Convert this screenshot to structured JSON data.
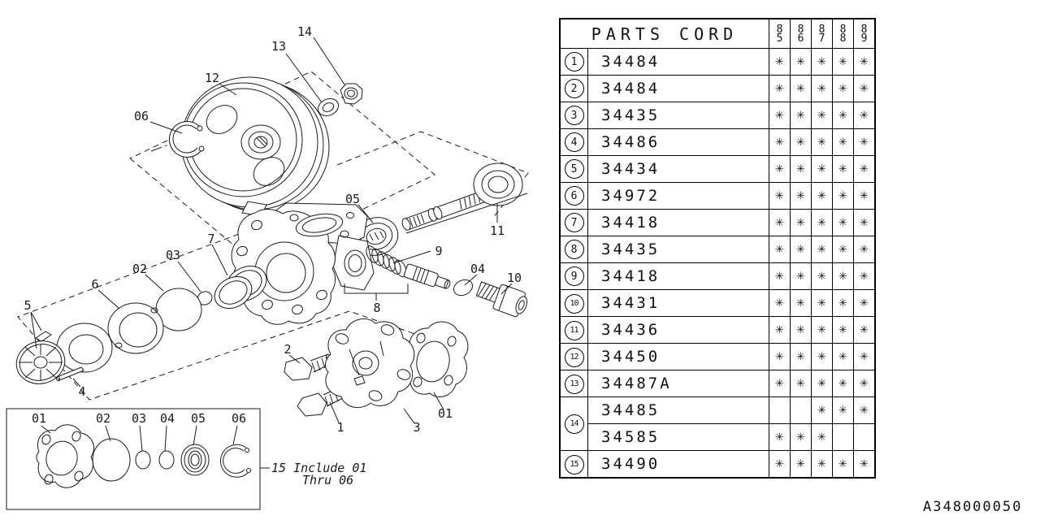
{
  "diagram": {
    "callouts": {
      "c1": "1",
      "c2": "2",
      "c3": "3",
      "c4": "4",
      "c5": "5",
      "c6": "6",
      "c7": "7",
      "c8": "8",
      "c9": "9",
      "c10": "10",
      "c11": "11",
      "c12": "12",
      "c13": "13",
      "c14": "14"
    },
    "kit_labels": {
      "k1": "01",
      "k2": "02",
      "k3": "03",
      "k4": "04",
      "k5": "05",
      "k6": "06"
    },
    "note": {
      "line1": "15 Include 01",
      "line2": "Thru 06"
    }
  },
  "parts_table": {
    "title": "PARTS CORD",
    "years": [
      "85",
      "86",
      "87",
      "88",
      "89"
    ],
    "mark_glyph": "✳",
    "rows": [
      {
        "ref": "1",
        "entries": [
          {
            "part": "34484",
            "marks": [
              true,
              true,
              true,
              true,
              true
            ]
          }
        ]
      },
      {
        "ref": "2",
        "entries": [
          {
            "part": "34484",
            "marks": [
              true,
              true,
              true,
              true,
              true
            ]
          }
        ]
      },
      {
        "ref": "3",
        "entries": [
          {
            "part": "34435",
            "marks": [
              true,
              true,
              true,
              true,
              true
            ]
          }
        ]
      },
      {
        "ref": "4",
        "entries": [
          {
            "part": "34486",
            "marks": [
              true,
              true,
              true,
              true,
              true
            ]
          }
        ]
      },
      {
        "ref": "5",
        "entries": [
          {
            "part": "34434",
            "marks": [
              true,
              true,
              true,
              true,
              true
            ]
          }
        ]
      },
      {
        "ref": "6",
        "entries": [
          {
            "part": "34972",
            "marks": [
              true,
              true,
              true,
              true,
              true
            ]
          }
        ]
      },
      {
        "ref": "7",
        "entries": [
          {
            "part": "34418",
            "marks": [
              true,
              true,
              true,
              true,
              true
            ]
          }
        ]
      },
      {
        "ref": "8",
        "entries": [
          {
            "part": "34435",
            "marks": [
              true,
              true,
              true,
              true,
              true
            ]
          }
        ]
      },
      {
        "ref": "9",
        "entries": [
          {
            "part": "34418",
            "marks": [
              true,
              true,
              true,
              true,
              true
            ]
          }
        ]
      },
      {
        "ref": "10",
        "entries": [
          {
            "part": "34431",
            "marks": [
              true,
              true,
              true,
              true,
              true
            ]
          }
        ]
      },
      {
        "ref": "11",
        "entries": [
          {
            "part": "34436",
            "marks": [
              true,
              true,
              true,
              true,
              true
            ]
          }
        ]
      },
      {
        "ref": "12",
        "entries": [
          {
            "part": "34450",
            "marks": [
              true,
              true,
              true,
              true,
              true
            ]
          }
        ]
      },
      {
        "ref": "13",
        "entries": [
          {
            "part": "34487A",
            "marks": [
              true,
              true,
              true,
              true,
              true
            ]
          }
        ]
      },
      {
        "ref": "14",
        "entries": [
          {
            "part": "34485",
            "marks": [
              false,
              false,
              true,
              true,
              true
            ]
          },
          {
            "part": "34585",
            "marks": [
              true,
              true,
              true,
              false,
              false
            ]
          }
        ]
      },
      {
        "ref": "15",
        "entries": [
          {
            "part": "34490",
            "marks": [
              true,
              true,
              true,
              true,
              true
            ]
          }
        ]
      }
    ]
  },
  "footer": {
    "code": "A348000050"
  }
}
